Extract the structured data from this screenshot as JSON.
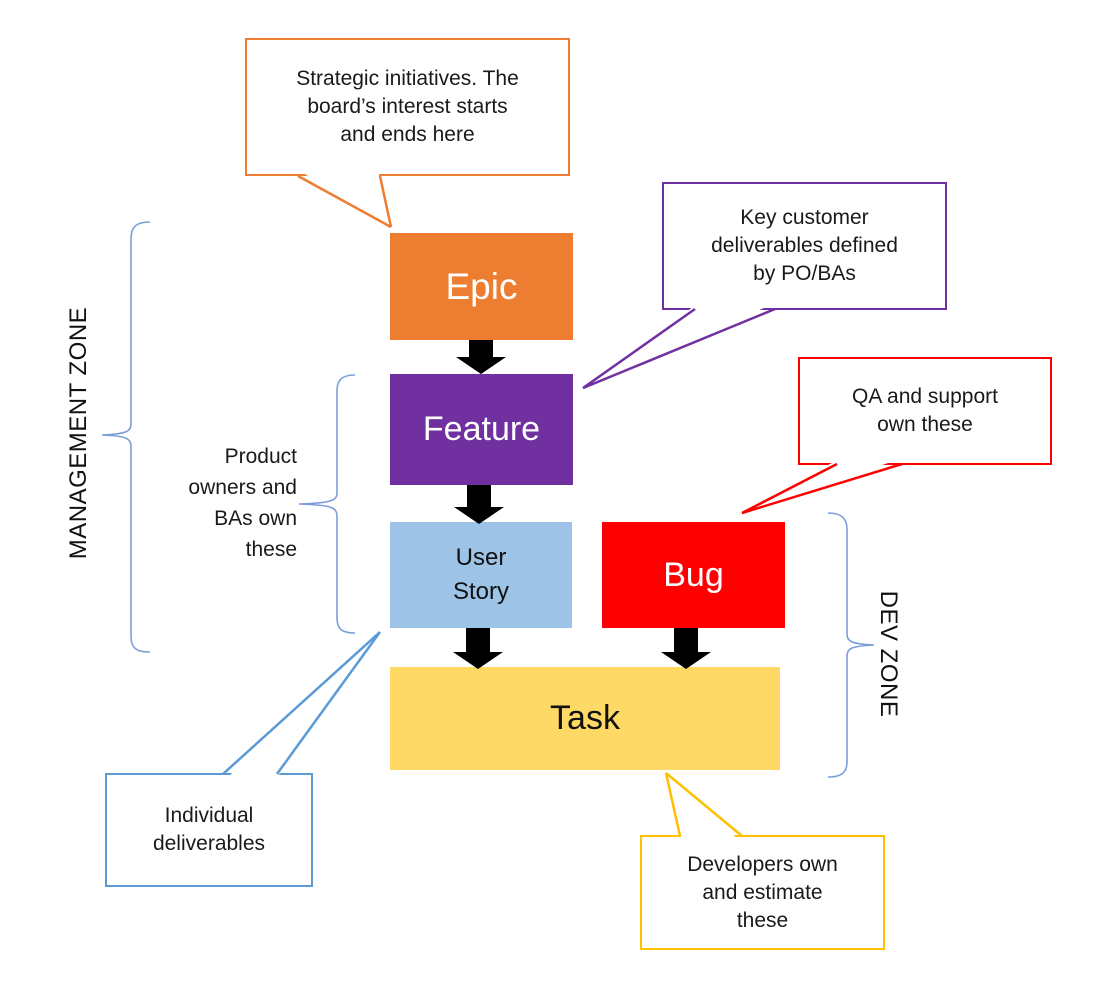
{
  "diagram": {
    "title_semantic": "Agile work item hierarchy",
    "arrow_color": "#000000",
    "brace_color": "#7C9FD8",
    "boxes": {
      "epic": {
        "label": "Epic",
        "fill": "#ED7D31",
        "text_color": "#FFFFFF"
      },
      "feature": {
        "label": "Feature",
        "fill": "#7030A0",
        "text_color": "#FFFFFF"
      },
      "user_story": {
        "label": "User\nStory",
        "fill": "#9DC3E6",
        "text_color": "#111111"
      },
      "bug": {
        "label": "Bug",
        "fill": "#FF0000",
        "text_color": "#FFFFFF"
      },
      "task": {
        "label": "Task",
        "fill": "#FFD966",
        "text_color": "#111111"
      }
    },
    "callouts": {
      "epic_note": {
        "text": "Strategic initiatives. The\nboard’s interest starts\nand ends here",
        "border_color": "#ED7D31",
        "points_to": "Epic"
      },
      "feature_note": {
        "text": "Key customer\ndeliverables defined\nby PO/BAs",
        "border_color": "#7030A0",
        "points_to": "Feature"
      },
      "bug_note": {
        "text": "QA and support\nown these",
        "border_color": "#FF0000",
        "points_to": "Bug"
      },
      "story_note": {
        "text": "Individual\ndeliverables",
        "border_color": "#5B9BD5",
        "points_to": "User Story"
      },
      "task_note": {
        "text": "Developers own\nand estimate\nthese",
        "border_color": "#FFC000",
        "points_to": "Task"
      }
    },
    "zones": {
      "management": {
        "label": "MANAGEMENT ZONE"
      },
      "dev": {
        "label": "DEV ZONE"
      }
    },
    "side_note": {
      "text": "Product\nowners and\nBAs own\nthese"
    }
  }
}
